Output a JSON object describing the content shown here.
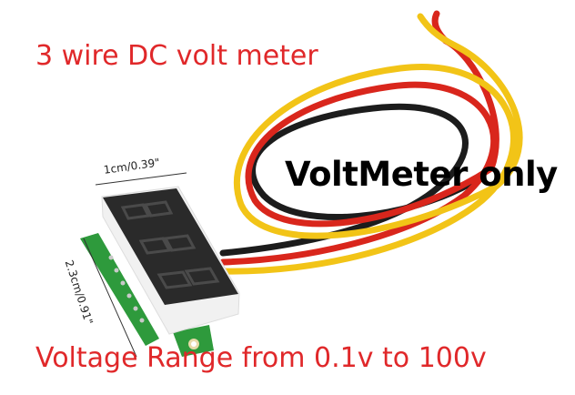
{
  "captions": {
    "title": "3 wire DC volt meter",
    "subtitle": "VoltMeter only",
    "range": "Voltage Range from 0.1v to 100v"
  },
  "dimensions": {
    "width": "1cm/0.39\"",
    "height": "2.3cm/0.91\""
  },
  "colors": {
    "caption_red": "#e0282a",
    "wire_red": "#d9261c",
    "wire_yellow": "#f2c417",
    "wire_black": "#1c1c1c",
    "pcb_green": "#2e9a3c",
    "display_face": "#2a2a2a"
  }
}
